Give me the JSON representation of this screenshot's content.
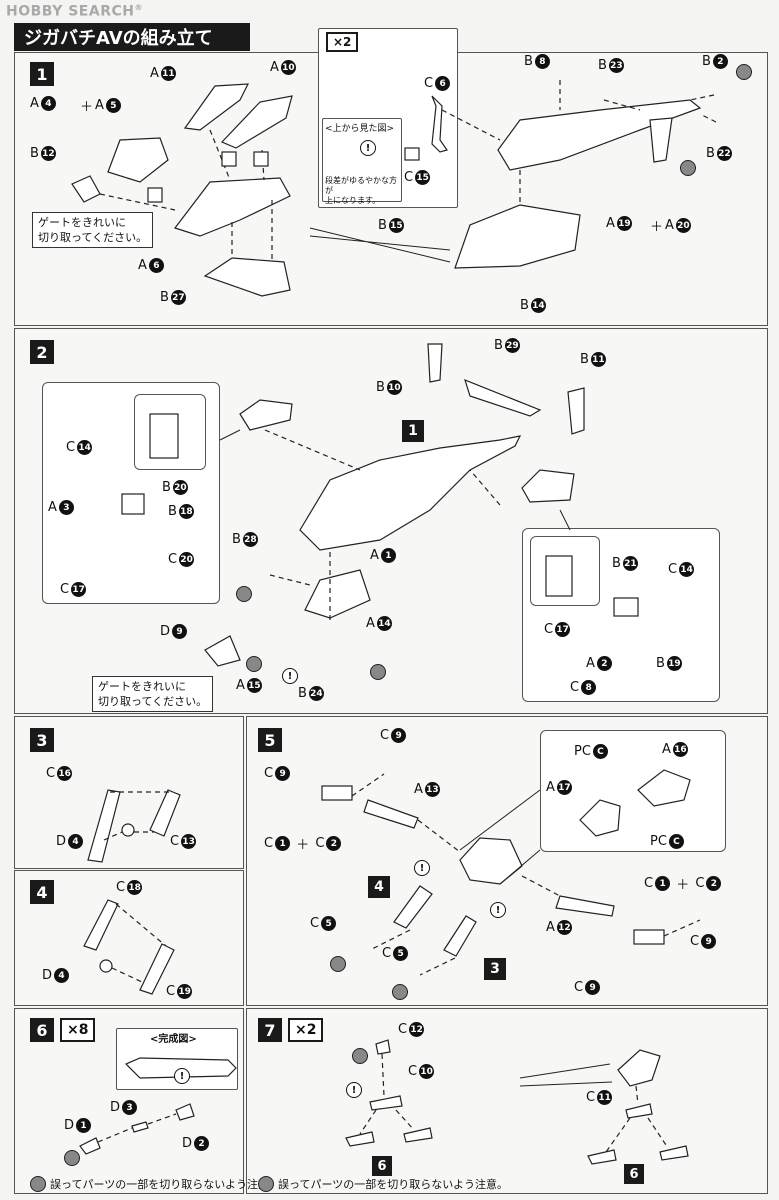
{
  "watermark": {
    "text": "HOBBY SEARCH",
    "reg": "®"
  },
  "title": "ジガバチAVの組み立て",
  "notes": {
    "gate": "ゲートをきれいに\n切り取ってください。",
    "inset_caption": "<上から見た図>",
    "inset_warning": "段差がゆるやかな方が\n上になります。",
    "finished": "<完成図>",
    "footer": "誤ってパーツの一部を切り取らないよう注意。"
  },
  "steps": {
    "s1": {
      "num": "1",
      "mult": "×2"
    },
    "s2": {
      "num": "2",
      "ref": "1"
    },
    "s3": {
      "num": "3"
    },
    "s4": {
      "num": "4"
    },
    "s5": {
      "num": "5",
      "ref4": "4",
      "ref3": "3"
    },
    "s6": {
      "num": "6",
      "mult": "×8"
    },
    "s7": {
      "num": "7",
      "mult": "×2",
      "ref": "6"
    }
  },
  "labels": {
    "s1": [
      {
        "id": "a11",
        "g": "A",
        "n": "11"
      },
      {
        "id": "a10",
        "g": "A",
        "n": "10"
      },
      {
        "id": "a4",
        "g": "A",
        "n": "4"
      },
      {
        "id": "a5",
        "g": "A",
        "n": "5"
      },
      {
        "id": "b12",
        "g": "B",
        "n": "12"
      },
      {
        "id": "a6",
        "g": "A",
        "n": "6"
      },
      {
        "id": "b27",
        "g": "B",
        "n": "27"
      },
      {
        "id": "c6",
        "g": "C",
        "n": "6"
      },
      {
        "id": "c15",
        "g": "C",
        "n": "15"
      },
      {
        "id": "b8",
        "g": "B",
        "n": "8"
      },
      {
        "id": "b23",
        "g": "B",
        "n": "23"
      },
      {
        "id": "b2",
        "g": "B",
        "n": "2"
      },
      {
        "id": "b22",
        "g": "B",
        "n": "22"
      },
      {
        "id": "a19",
        "g": "A",
        "n": "19"
      },
      {
        "id": "a20",
        "g": "A",
        "n": "20"
      },
      {
        "id": "b15",
        "g": "B",
        "n": "15"
      },
      {
        "id": "b14",
        "g": "B",
        "n": "14"
      }
    ],
    "s2": [
      {
        "id": "b29",
        "g": "B",
        "n": "29"
      },
      {
        "id": "b10",
        "g": "B",
        "n": "10"
      },
      {
        "id": "b11",
        "g": "B",
        "n": "11"
      },
      {
        "id": "c14l",
        "g": "C",
        "n": "14"
      },
      {
        "id": "b20",
        "g": "B",
        "n": "20"
      },
      {
        "id": "a3",
        "g": "A",
        "n": "3"
      },
      {
        "id": "b18",
        "g": "B",
        "n": "18"
      },
      {
        "id": "c20",
        "g": "C",
        "n": "20"
      },
      {
        "id": "c17l",
        "g": "C",
        "n": "17"
      },
      {
        "id": "b28",
        "g": "B",
        "n": "28"
      },
      {
        "id": "a1",
        "g": "A",
        "n": "1"
      },
      {
        "id": "d9",
        "g": "D",
        "n": "9"
      },
      {
        "id": "a14",
        "g": "A",
        "n": "14"
      },
      {
        "id": "a15",
        "g": "A",
        "n": "15"
      },
      {
        "id": "b24",
        "g": "B",
        "n": "24"
      },
      {
        "id": "b21",
        "g": "B",
        "n": "21"
      },
      {
        "id": "c14r",
        "g": "C",
        "n": "14"
      },
      {
        "id": "c17r",
        "g": "C",
        "n": "17"
      },
      {
        "id": "a2",
        "g": "A",
        "n": "2"
      },
      {
        "id": "b19",
        "g": "B",
        "n": "19"
      },
      {
        "id": "c8",
        "g": "C",
        "n": "8"
      }
    ],
    "s3": [
      {
        "id": "c16",
        "g": "C",
        "n": "16"
      },
      {
        "id": "d4a",
        "g": "D",
        "n": "4"
      },
      {
        "id": "c13",
        "g": "C",
        "n": "13"
      }
    ],
    "s4": [
      {
        "id": "c18",
        "g": "C",
        "n": "18"
      },
      {
        "id": "d4b",
        "g": "D",
        "n": "4"
      },
      {
        "id": "c19",
        "g": "C",
        "n": "19"
      }
    ],
    "s5": [
      {
        "id": "c9a",
        "g": "C",
        "n": "9"
      },
      {
        "id": "c9b",
        "g": "C",
        "n": "9"
      },
      {
        "id": "c1",
        "g": "C",
        "n": "1"
      },
      {
        "id": "c2",
        "g": "C",
        "n": "2"
      },
      {
        "id": "a13",
        "g": "A",
        "n": "13"
      },
      {
        "id": "pcc1",
        "g": "PC",
        "n": "C"
      },
      {
        "id": "a16",
        "g": "A",
        "n": "16"
      },
      {
        "id": "a17",
        "g": "A",
        "n": "17"
      },
      {
        "id": "pcc2",
        "g": "PC",
        "n": "C"
      },
      {
        "id": "c5a",
        "g": "C",
        "n": "5"
      },
      {
        "id": "c5b",
        "g": "C",
        "n": "5"
      },
      {
        "id": "c1b",
        "g": "C",
        "n": "1"
      },
      {
        "id": "c2b",
        "g": "C",
        "n": "2"
      },
      {
        "id": "a12",
        "g": "A",
        "n": "12"
      },
      {
        "id": "c9c",
        "g": "C",
        "n": "9"
      },
      {
        "id": "c9d",
        "g": "C",
        "n": "9"
      }
    ],
    "s6": [
      {
        "id": "d1",
        "g": "D",
        "n": "1"
      },
      {
        "id": "d3",
        "g": "D",
        "n": "3"
      },
      {
        "id": "d2",
        "g": "D",
        "n": "2"
      }
    ],
    "s7": [
      {
        "id": "c12",
        "g": "C",
        "n": "12"
      },
      {
        "id": "c10",
        "g": "C",
        "n": "10"
      },
      {
        "id": "c11",
        "g": "C",
        "n": "11"
      }
    ]
  }
}
